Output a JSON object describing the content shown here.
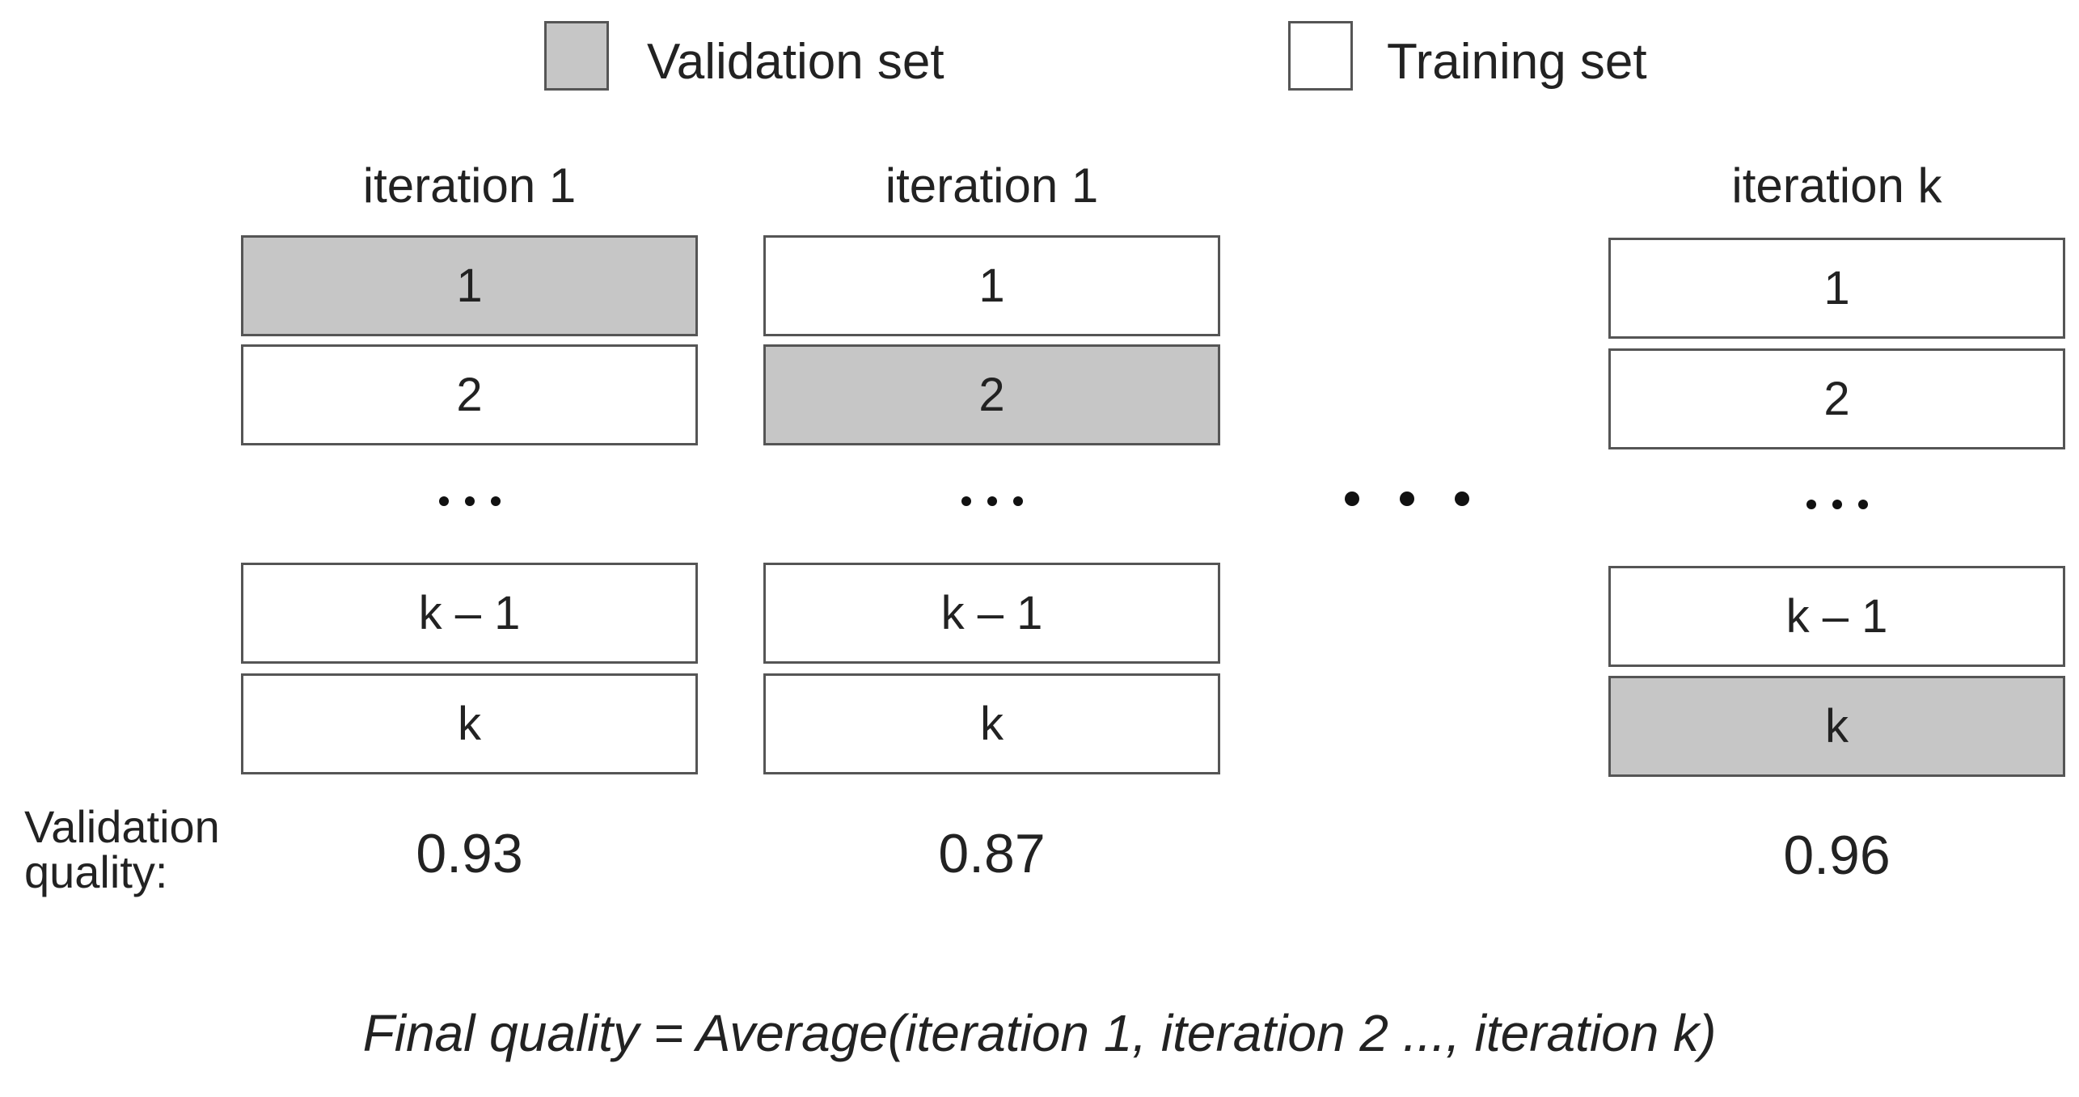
{
  "legend": {
    "validation_label": "Validation set",
    "training_label": "Training set",
    "validation_color": "#c6c6c6",
    "training_color": "#ffffff"
  },
  "row_label": "Validation quality:",
  "columns": [
    {
      "title": "iteration 1",
      "folds": [
        {
          "label": "1",
          "role": "validation"
        },
        {
          "label": "2",
          "role": "training"
        },
        {
          "label": "k – 1",
          "role": "training"
        },
        {
          "label": "k",
          "role": "training"
        }
      ],
      "score": "0.93"
    },
    {
      "title": "iteration 1",
      "folds": [
        {
          "label": "1",
          "role": "training"
        },
        {
          "label": "2",
          "role": "validation"
        },
        {
          "label": "k – 1",
          "role": "training"
        },
        {
          "label": "k",
          "role": "training"
        }
      ],
      "score": "0.87"
    },
    {
      "title": "iteration k",
      "folds": [
        {
          "label": "1",
          "role": "training"
        },
        {
          "label": "2",
          "role": "training"
        },
        {
          "label": "k – 1",
          "role": "training"
        },
        {
          "label": "k",
          "role": "validation"
        }
      ],
      "score": "0.96"
    }
  ],
  "formula": "Final quality = Average(iteration 1, iteration 2 ..., iteration k)"
}
